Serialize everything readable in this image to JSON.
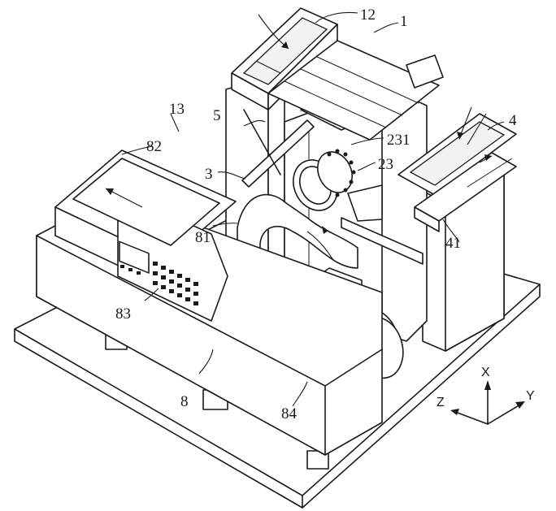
{
  "labels": [
    {
      "id": "1",
      "text": "1"
    },
    {
      "id": "3",
      "text": "3"
    },
    {
      "id": "4",
      "text": "4"
    },
    {
      "id": "5",
      "text": "5"
    },
    {
      "id": "8",
      "text": "8"
    },
    {
      "id": "12",
      "text": "12"
    },
    {
      "id": "13",
      "text": "13"
    },
    {
      "id": "23",
      "text": "23"
    },
    {
      "id": "41",
      "text": "41"
    },
    {
      "id": "81",
      "text": "81"
    },
    {
      "id": "82",
      "text": "82"
    },
    {
      "id": "83",
      "text": "83"
    },
    {
      "id": "84",
      "text": "84"
    },
    {
      "id": "231",
      "text": "231"
    }
  ],
  "axes": {
    "x": "X",
    "y": "Y",
    "z": "Z"
  }
}
